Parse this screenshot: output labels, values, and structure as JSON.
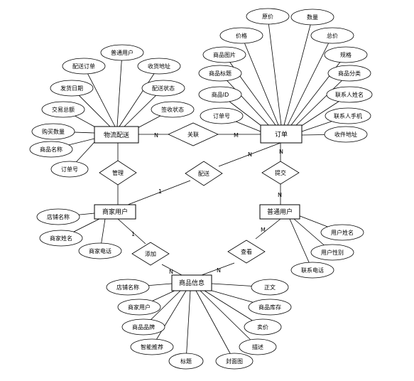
{
  "entities": {
    "logistics": "物流配送",
    "order": "订单",
    "merchant": "商家用户",
    "user": "普通用户",
    "product": "商品信息"
  },
  "relationships": {
    "associate": "关联",
    "manage": "管理",
    "deliver": "配送",
    "submit": "提交",
    "add": "添加",
    "view": "查看"
  },
  "cardinalities": {
    "logistics_associate": "N",
    "order_associate": "M",
    "order_deliver": "N",
    "order_submit": "N",
    "user_submit": "N",
    "merchant_deliver": "1",
    "merchant_add": "1",
    "product_add": "N",
    "product_view": "N",
    "user_view": "M"
  },
  "attributes": {
    "logistics": [
      "配送订单",
      "普通用户",
      "收货地址",
      "发货日期",
      "配送状态",
      "交易总额",
      "签收状态",
      "购买数量",
      "商品名称",
      "订单号"
    ],
    "order": [
      "原价",
      "数量",
      "价格",
      "总价",
      "商品图片",
      "规格",
      "商品标题",
      "商品分类",
      "商品ID",
      "联系人姓名",
      "订单号",
      "联系人手机",
      "收件地址"
    ],
    "merchant": [
      "店铺名称",
      "商家姓名",
      "商家电话"
    ],
    "user": [
      "用户姓名",
      "用户性别",
      "联系电话"
    ],
    "product": [
      "店铺名称",
      "正文",
      "商家用户",
      "商品库存",
      "商品品牌",
      "卖价",
      "智能推荐",
      "描述",
      "标题",
      "封面图"
    ]
  }
}
